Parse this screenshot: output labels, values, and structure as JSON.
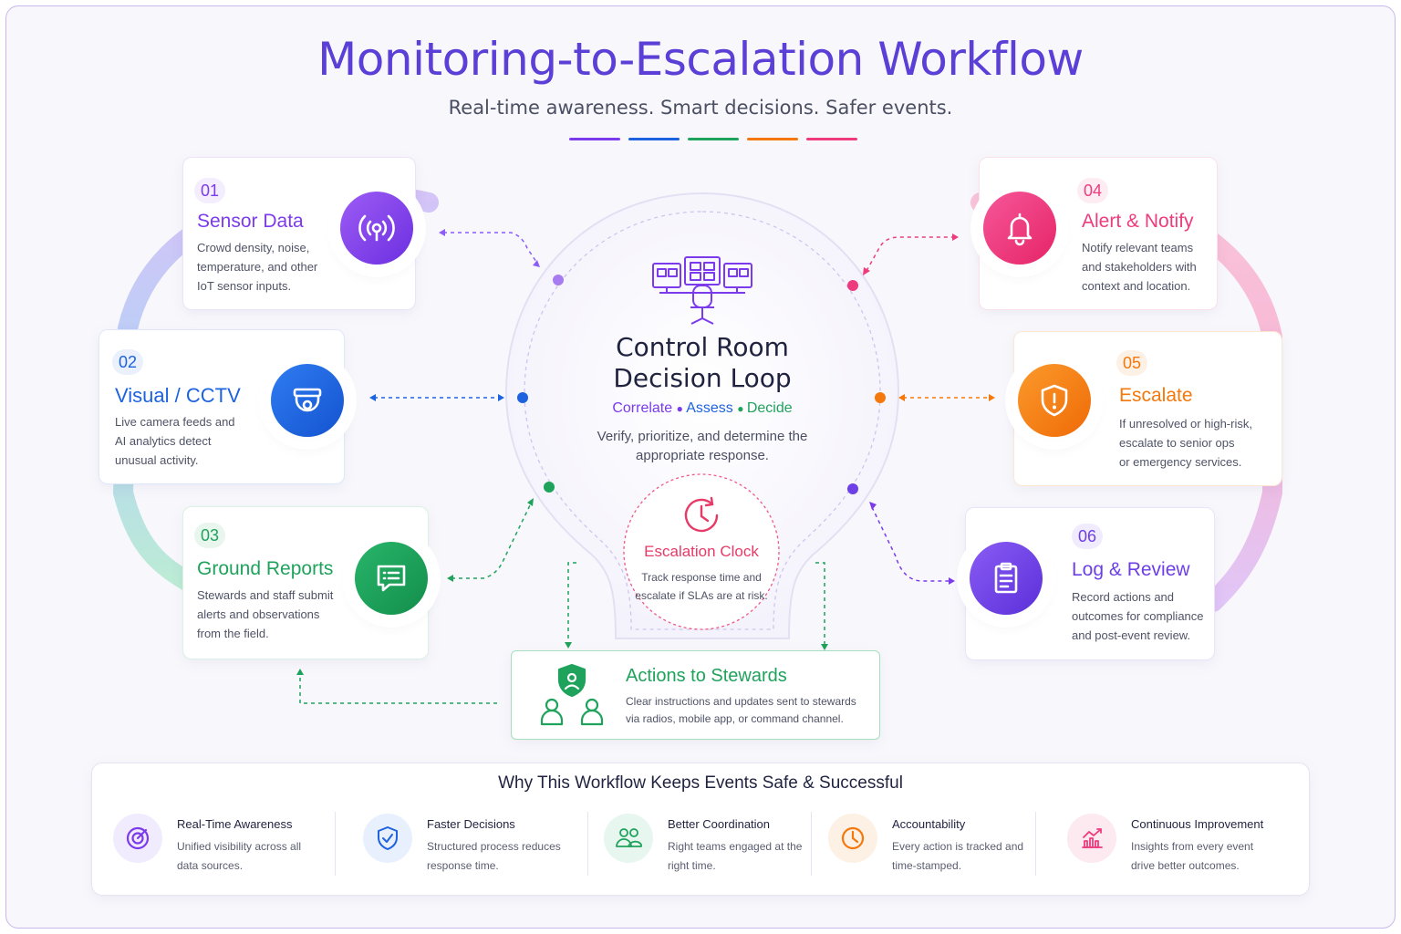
{
  "title": "Monitoring-to-Escalation Workflow",
  "subtitle": "Real-time awareness. Smart decisions. Safer events.",
  "colors": {
    "purple": "#7c3aed",
    "blue": "#1d63e0",
    "green": "#1fa35c",
    "orange": "#f4780b",
    "pink": "#ee3b7d",
    "violet": "#6d3fe6",
    "red": "#e83a67"
  },
  "steps": [
    {
      "num": "01",
      "title": "Sensor Data",
      "desc_lines": [
        "Crowd density, noise,",
        "temperature, and other",
        "IoT sensor inputs."
      ],
      "icon": "sensor-broadcast-icon"
    },
    {
      "num": "02",
      "title": "Visual / CCTV",
      "desc_lines": [
        "Live camera feeds and",
        "AI analytics detect",
        "unusual activity."
      ],
      "icon": "cctv-camera-icon"
    },
    {
      "num": "03",
      "title": "Ground Reports",
      "desc_lines": [
        "Stewards and staff submit",
        "alerts and observations",
        "from the field."
      ],
      "icon": "chat-message-icon"
    },
    {
      "num": "04",
      "title": "Alert & Notify",
      "desc_lines": [
        "Notify relevant teams",
        "and stakeholders with",
        "context and location."
      ],
      "icon": "bell-icon"
    },
    {
      "num": "05",
      "title": "Escalate",
      "desc_lines": [
        "If unresolved or high-risk,",
        "escalate to senior ops",
        "or emergency services."
      ],
      "icon": "shield-alert-icon"
    },
    {
      "num": "06",
      "title": "Log & Review",
      "desc_lines": [
        "Record actions and",
        "outcomes for compliance",
        "and post-event review."
      ],
      "icon": "clipboard-icon"
    }
  ],
  "center": {
    "title_line1": "Control Room",
    "title_line2": "Decision Loop",
    "tag1": "Correlate",
    "tag2": "Assess",
    "tag3": "Decide",
    "desc": "Verify, prioritize, and determine the appropriate response.",
    "icon": "control-room-monitors-icon"
  },
  "clock": {
    "title": "Escalation Clock",
    "desc": "Track response time and escalate if SLAs are at risk.",
    "icon": "clock-refresh-icon"
  },
  "actions": {
    "title": "Actions to Stewards",
    "desc": "Clear instructions and updates sent to stewards via radios, mobile app, or command channel.",
    "icon": "stewards-shield-icon"
  },
  "why": {
    "title": "Why This Workflow Keeps Events Safe & Successful",
    "benefits": [
      {
        "title": "Real-Time Awareness",
        "desc": "Unified visibility across all data sources.",
        "icon": "target-icon",
        "color": "#7c3aed",
        "bg": "#f0ebfd"
      },
      {
        "title": "Faster Decisions",
        "desc": "Structured process reduces response time.",
        "icon": "shield-check-icon",
        "color": "#1d63e0",
        "bg": "#e9f0fd"
      },
      {
        "title": "Better Coordination",
        "desc": "Right teams engaged at the right time.",
        "icon": "team-icon",
        "color": "#1fa35c",
        "bg": "#e7f6ee"
      },
      {
        "title": "Accountability",
        "desc": "Every action is tracked and time-stamped.",
        "icon": "clock-icon",
        "color": "#f4780b",
        "bg": "#fdf0e4"
      },
      {
        "title": "Continuous Improvement",
        "desc": "Insights from every event drive better outcomes.",
        "icon": "growth-chart-icon",
        "color": "#ee3b7d",
        "bg": "#fde9f0"
      }
    ]
  }
}
